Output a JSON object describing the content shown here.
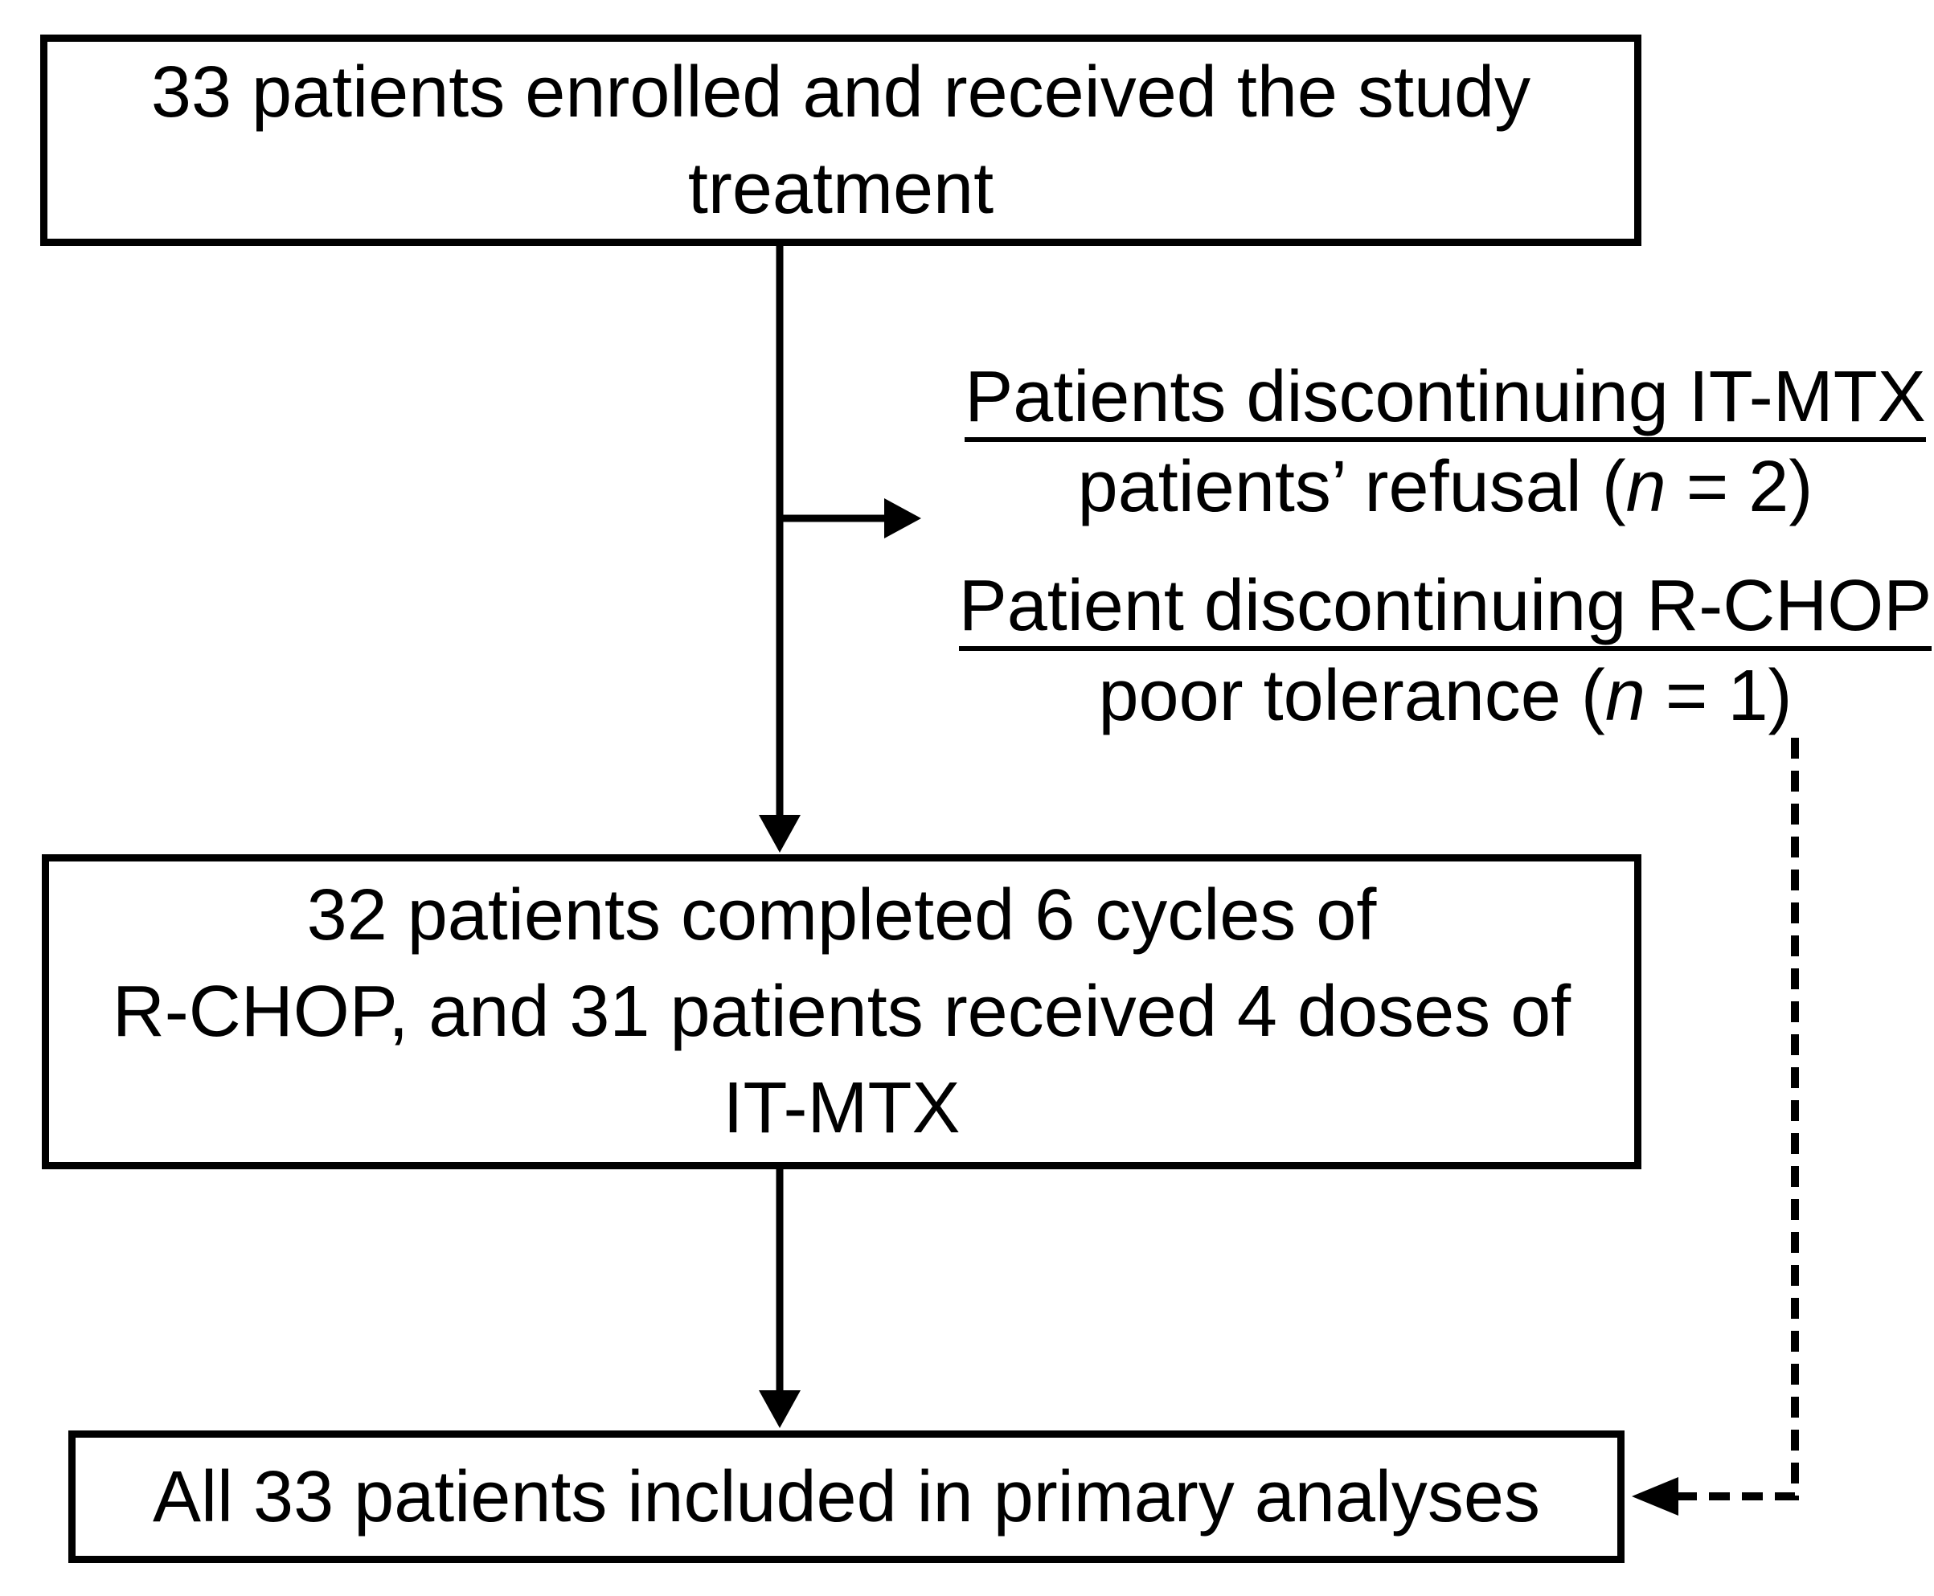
{
  "colors": {
    "ink": "#000000",
    "background": "#ffffff"
  },
  "boxes": {
    "enrolled": {
      "lines": [
        "33 patients enrolled and received the study",
        "treatment"
      ]
    },
    "completed": {
      "lines": [
        "32 patients completed 6 cycles of",
        "R-CHOP, and 31 patients received 4 doses of",
        "IT-MTX"
      ]
    },
    "analyzed": {
      "lines": [
        "All 33 patients included in primary analyses"
      ]
    }
  },
  "annotations": {
    "itmtx": {
      "heading": "Patients discontinuing IT-MTX",
      "detail_pre": "patients’ refusal (",
      "detail_var": "n",
      "detail_post": " = 2)"
    },
    "rchop": {
      "heading": "Patient discontinuing R-CHOP",
      "detail_pre": "poor tolerance (",
      "detail_var": "n",
      "detail_post": " = 1)"
    }
  }
}
